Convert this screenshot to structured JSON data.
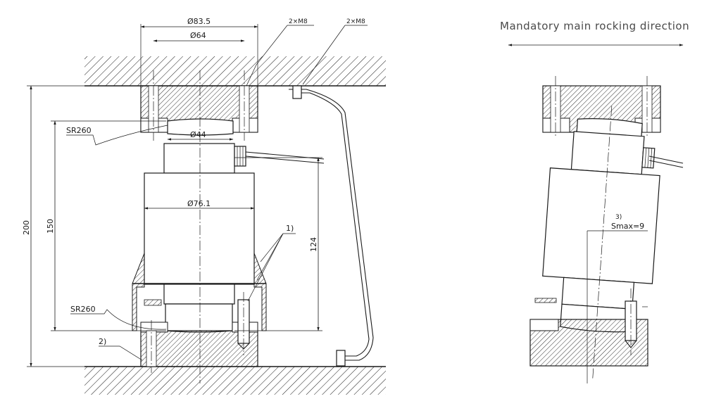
{
  "title": "Mandatory main rocking direction",
  "dimensions": {
    "d83_5": "Ø83.5",
    "d64": "Ø64",
    "d44": "Ø44",
    "d76_1": "Ø76.1",
    "h200": "200",
    "h150": "150",
    "h124": "124"
  },
  "callouts": {
    "bolt_left": "2×M8",
    "bolt_right": "2×M8",
    "sr_top": "SR260",
    "sr_bottom": "SR260",
    "note1": "1)",
    "note2": "2)",
    "note3": "3)",
    "smax": "Smax=9"
  },
  "colors": {
    "line": "#1a1a1a",
    "title": "#4a4a4a",
    "background": "#ffffff"
  }
}
